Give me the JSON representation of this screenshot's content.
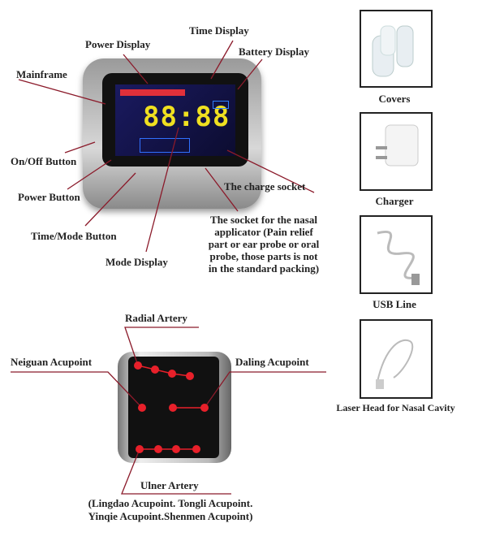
{
  "device_labels": {
    "power_display": "Power Display",
    "time_display": "Time Display",
    "battery_display": "Battery Display",
    "mainframe": "Mainframe",
    "on_off_button": "On/Off Button",
    "power_button": "Power Button",
    "time_mode_button": "Time/Mode Button",
    "mode_display": "Mode Display",
    "charge_socket": "The charge socket",
    "nasal_socket": [
      "The socket for the nasal",
      "applicator (Pain relief",
      "part or ear probe or oral",
      "probe, those parts is not",
      "in the standard packing)"
    ],
    "screen_time": "88:88"
  },
  "acupoint_labels": {
    "radial_artery": "Radial Artery",
    "neiguan": "Neiguan Acupoint",
    "daling": "Daling Acupoint",
    "ulner_artery": "Ulner Artery",
    "ulner_points": [
      "(Lingdao Acupoint. Tongli Acupoint.",
      "Yinqie Acupoint.Shenmen Acupoint)"
    ]
  },
  "accessories": [
    {
      "label": "Covers"
    },
    {
      "label": "Charger"
    },
    {
      "label": "USB Line"
    },
    {
      "label": "Laser Head for Nasal Cavity"
    }
  ],
  "colors": {
    "leader_line": "#8b1a2a",
    "laser_dot": "#e8202a"
  }
}
